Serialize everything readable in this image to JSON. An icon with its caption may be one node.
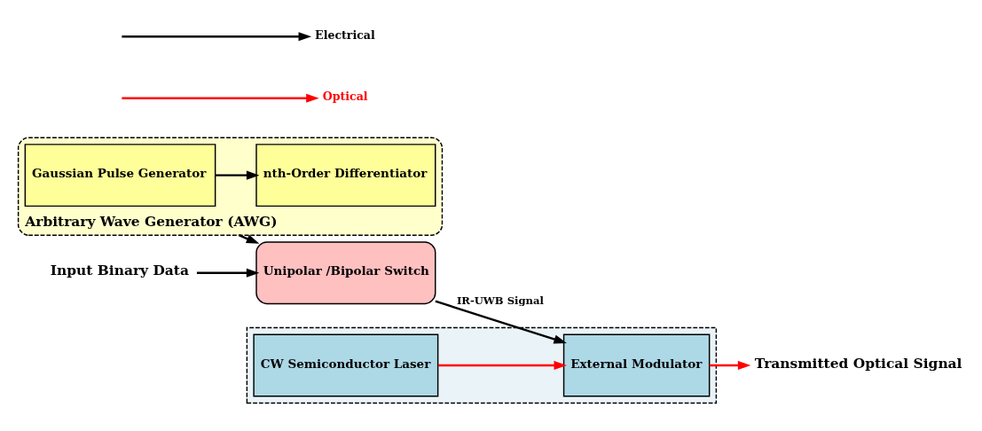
{
  "diagram": {
    "nodes": [
      {
        "text": [
          "Arbitrary Wave Generator (AWG)"
        ]
      },
      {
        "text": [
          "Gaussian Pulse Generator"
        ],
        "in": 0
      },
      {
        "text": [
          "nth-Order Differentiator"
        ],
        "in": 0
      },
      {
        "text": [
          "Input Binary Data"
        ]
      },
      {
        "text": [
          "Unipolar /Bipolar Switch"
        ]
      },
      {
        "text": [],
        "shape": "box"
      },
      {
        "text": [
          "CW Semiconductor Laser"
        ],
        "in": 5
      },
      {
        "text": [
          "External Modulator"
        ],
        "in": 5
      },
      {
        "text": [
          "Transmitted Optical Signal"
        ]
      }
    ],
    "edges": [
      {
        "from": 1,
        "to": 2,
        "arrow": "to"
      },
      {
        "from": 0,
        "to": 4,
        "arrow": "to"
      },
      {
        "from": 3,
        "to": 4,
        "arrow": "to"
      },
      {
        "from": 4,
        "to": 7,
        "arrow": "to",
        "label": "IR-UWB Signal"
      },
      {
        "from": 6,
        "to": 7,
        "arrow": "to",
        "color": "#ff0000"
      },
      {
        "from": 7,
        "to": 8,
        "arrow": "to",
        "color": "#ff0000"
      }
    ],
    "legend": [
      {
        "text": "Electrical"
      },
      {
        "text": "Optical"
      }
    ]
  }
}
